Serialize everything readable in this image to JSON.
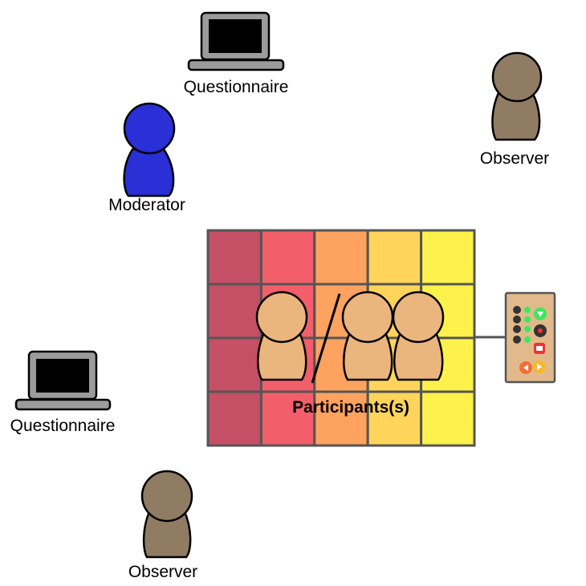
{
  "labels": {
    "questionnaire_top": "Questionnaire",
    "questionnaire_left": "Questionnaire",
    "moderator": "Moderator",
    "observer_top": "Observer",
    "observer_bottom": "Observer",
    "participants": "Participants(s)"
  },
  "colors": {
    "moderator": "#2a2fd6",
    "observer": "#8f7c63",
    "participant": "#ebb57e",
    "laptop_frame": "#9b9b9b",
    "laptop_screen": "#000000",
    "grid_border": "#555555",
    "controller_body": "#e2b98b"
  },
  "grid": {
    "rows": 4,
    "columns": 5,
    "column_colors": [
      "#c54f65",
      "#f25e6a",
      "#fda25f",
      "#fed45a",
      "#fdf24b"
    ]
  },
  "icons": [
    "laptop-icon",
    "person-icon",
    "remote-control-icon"
  ]
}
